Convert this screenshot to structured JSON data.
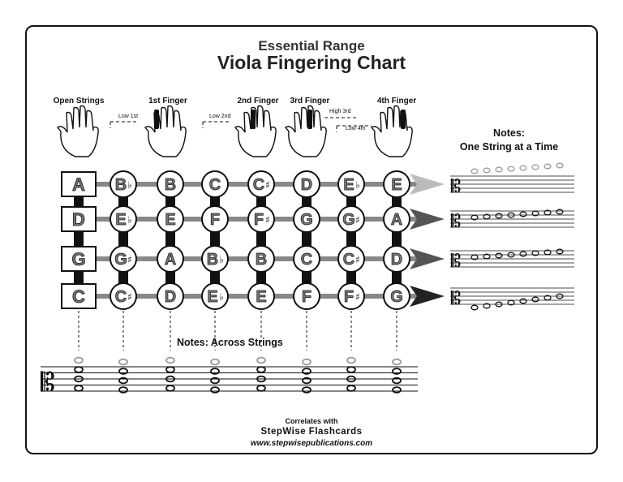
{
  "title": {
    "line1": "Essential Range",
    "line2": "Viola Fingering Chart"
  },
  "finger_labels": [
    "Open Strings",
    "1st Finger",
    "2nd Finger",
    "3rd Finger",
    "4th Finger"
  ],
  "finger_annotations": [
    "Low 1st",
    "Low 2nd",
    "High 3rd",
    "Low 4th"
  ],
  "notes_one_string": {
    "line1": "Notes:",
    "line2": "One String at a Time"
  },
  "notes_across": "Notes: Across Strings",
  "strings": [
    {
      "open": "A",
      "notes": [
        {
          "letter": "B",
          "acc": "♭"
        },
        {
          "letter": "B",
          "acc": ""
        },
        {
          "letter": "C",
          "acc": ""
        },
        {
          "letter": "C",
          "acc": "♯"
        },
        {
          "letter": "D",
          "acc": ""
        },
        {
          "letter": "E",
          "acc": "♭"
        },
        {
          "letter": "E",
          "acc": ""
        }
      ]
    },
    {
      "open": "D",
      "notes": [
        {
          "letter": "E",
          "acc": "♭"
        },
        {
          "letter": "E",
          "acc": ""
        },
        {
          "letter": "F",
          "acc": ""
        },
        {
          "letter": "F",
          "acc": "♯"
        },
        {
          "letter": "G",
          "acc": ""
        },
        {
          "letter": "G",
          "acc": "♯"
        },
        {
          "letter": "A",
          "acc": ""
        }
      ]
    },
    {
      "open": "G",
      "notes": [
        {
          "letter": "G",
          "acc": "♯"
        },
        {
          "letter": "A",
          "acc": ""
        },
        {
          "letter": "B",
          "acc": "♭"
        },
        {
          "letter": "B",
          "acc": ""
        },
        {
          "letter": "C",
          "acc": ""
        },
        {
          "letter": "C",
          "acc": "♯"
        },
        {
          "letter": "D",
          "acc": ""
        }
      ]
    },
    {
      "open": "C",
      "notes": [
        {
          "letter": "C",
          "acc": "♯"
        },
        {
          "letter": "D",
          "acc": ""
        },
        {
          "letter": "E",
          "acc": "♭"
        },
        {
          "letter": "E",
          "acc": ""
        },
        {
          "letter": "F",
          "acc": ""
        },
        {
          "letter": "F",
          "acc": "♯"
        },
        {
          "letter": "G",
          "acc": ""
        }
      ]
    }
  ],
  "footer": {
    "correlates": "Correlates with",
    "brand": "StepWise Flashcards",
    "url": "www.stepwisepublications.com"
  },
  "colors": {
    "ink": "#111111",
    "shade": "#888888",
    "light": "#bbbbbb"
  }
}
